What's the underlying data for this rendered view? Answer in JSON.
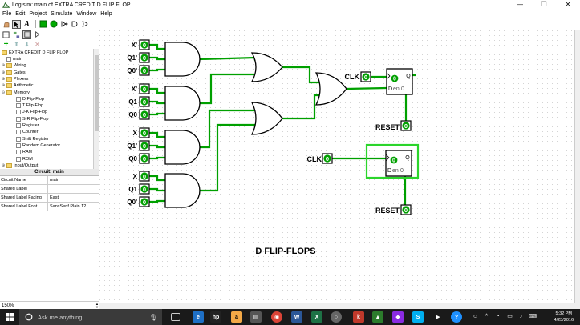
{
  "window": {
    "title": "Logisim: main of EXTRA CREDIT D FLIP FLOP",
    "minimize": "—",
    "maximize": "❐",
    "close": "✕"
  },
  "menu": [
    "File",
    "Edit",
    "Project",
    "Simulate",
    "Window",
    "Help"
  ],
  "explorer": {
    "project": "EXTRA CREDIT D FLIP FLOP",
    "items": [
      {
        "label": "main",
        "kind": "circuit",
        "indent": 1
      },
      {
        "label": "Wiring",
        "kind": "folder",
        "indent": 1,
        "expander": "⊕"
      },
      {
        "label": "Gates",
        "kind": "folder",
        "indent": 1,
        "expander": "⊕"
      },
      {
        "label": "Plexers",
        "kind": "folder",
        "indent": 1,
        "expander": "⊕"
      },
      {
        "label": "Arithmetic",
        "kind": "folder",
        "indent": 1,
        "expander": "⊕"
      },
      {
        "label": "Memory",
        "kind": "folder",
        "indent": 1,
        "expander": "⊖"
      },
      {
        "label": "D Flip-Flop",
        "kind": "tool",
        "indent": 2
      },
      {
        "label": "T Flip-Flop",
        "kind": "tool",
        "indent": 2
      },
      {
        "label": "J-K Flip-Flop",
        "kind": "tool",
        "indent": 2
      },
      {
        "label": "S-R Flip-Flop",
        "kind": "tool",
        "indent": 2
      },
      {
        "label": "Register",
        "kind": "tool",
        "indent": 2
      },
      {
        "label": "Counter",
        "kind": "tool",
        "indent": 2
      },
      {
        "label": "Shift Register",
        "kind": "tool",
        "indent": 2
      },
      {
        "label": "Random Generator",
        "kind": "tool",
        "indent": 2
      },
      {
        "label": "RAM",
        "kind": "tool",
        "indent": 2
      },
      {
        "label": "ROM",
        "kind": "tool",
        "indent": 2
      },
      {
        "label": "Input/Output",
        "kind": "folder",
        "indent": 1,
        "expander": "⊕"
      }
    ]
  },
  "attributes": {
    "title": "Circuit: main",
    "rows": [
      {
        "key": "Circuit Name",
        "value": "main"
      },
      {
        "key": "Shared Label",
        "value": ""
      },
      {
        "key": "Shared Label Facing",
        "value": "East"
      },
      {
        "key": "Shared Label Font",
        "value": "SansSerif Plain 12"
      }
    ]
  },
  "zoom": "150%",
  "circuit": {
    "heading": "D FLIP-FLOPS",
    "pin_value": "0",
    "wire_color": "#00a000",
    "input_groups": [
      [
        "X'",
        "Q1'",
        "Q0'"
      ],
      [
        "X'",
        "Q1",
        "Q0"
      ],
      [
        "X",
        "Q1'",
        "Q0"
      ],
      [
        "X",
        "Q1",
        "Q0'"
      ]
    ],
    "clk_label": "CLK",
    "reset_label": "RESET",
    "ff_labels": {
      "q": "Q",
      "d": "D",
      "en": "en",
      "val": "0"
    }
  },
  "taskbar": {
    "search_placeholder": "Ask me anything",
    "time": "5:32 PM",
    "date": "4/23/2016"
  }
}
